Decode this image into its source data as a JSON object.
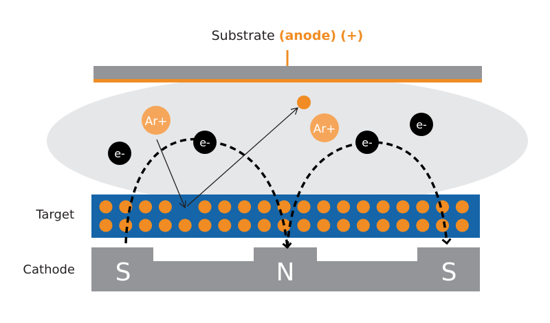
{
  "title": {
    "prefix": "Substrate",
    "anode": "(anode)",
    "polarity": "(+)"
  },
  "labels": {
    "target": "Target",
    "cathode": "Cathode"
  },
  "magnets": [
    "S",
    "N",
    "S"
  ],
  "particles": {
    "ions": [
      {
        "label": "Ar+"
      },
      {
        "label": "Ar+"
      }
    ],
    "electrons": [
      {
        "label": "e-"
      },
      {
        "label": "e-"
      },
      {
        "label": "e-"
      },
      {
        "label": "e-"
      }
    ]
  },
  "target_atoms": {
    "columns": 19,
    "rows": 2,
    "missing": [
      {
        "row": 0,
        "col": 4
      }
    ]
  },
  "colors": {
    "orange": "#f08c23",
    "light_orange": "#f6a65a",
    "blue": "#1565a8",
    "gray": "#939598",
    "plasma": "#e6e7e8",
    "black": "#000000",
    "text": "#231f20"
  }
}
